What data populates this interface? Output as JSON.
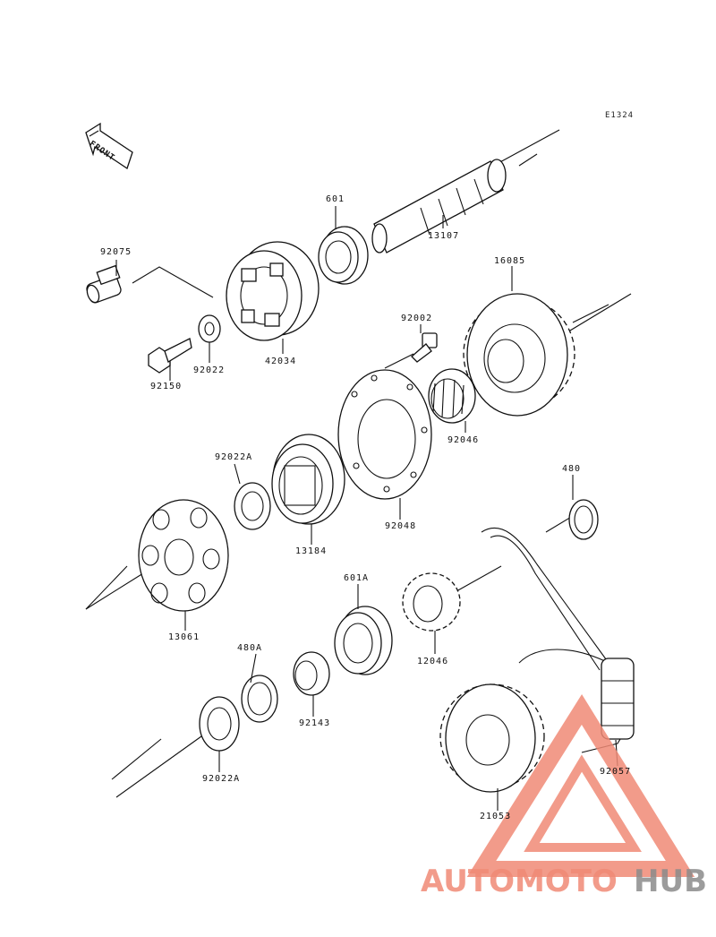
{
  "diagram_ref": "E1324",
  "front_label": "FRONT",
  "parts": [
    {
      "id": "92075"
    },
    {
      "id": "601"
    },
    {
      "id": "13107"
    },
    {
      "id": "16085"
    },
    {
      "id": "42034"
    },
    {
      "id": "92022"
    },
    {
      "id": "92150"
    },
    {
      "id": "92002"
    },
    {
      "id": "92046"
    },
    {
      "id": "92022A"
    },
    {
      "id": "13184"
    },
    {
      "id": "92048"
    },
    {
      "id": "480"
    },
    {
      "id": "13061"
    },
    {
      "id": "601A"
    },
    {
      "id": "12046"
    },
    {
      "id": "480A"
    },
    {
      "id": "92143"
    },
    {
      "id": "92022A"
    },
    {
      "id": "92057"
    },
    {
      "id": "21053"
    }
  ],
  "watermark": {
    "part1": "AUTOMOTO",
    "part2": "HUB",
    "color_accent": "#f08a76",
    "color_accent2": "#f6b24c",
    "color_dark": "#8b8b8b"
  }
}
